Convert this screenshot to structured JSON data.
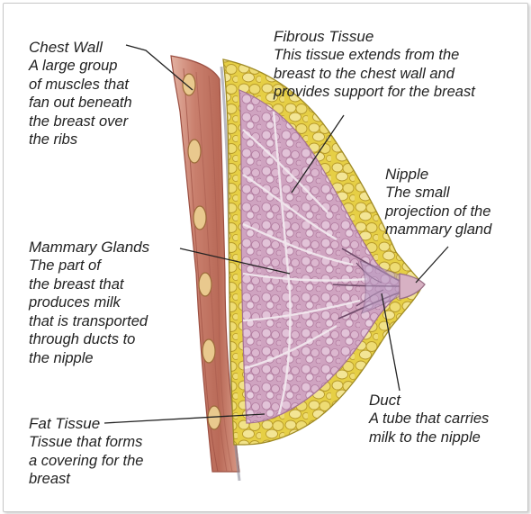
{
  "labels": {
    "chest_wall": {
      "title": "Chest Wall",
      "desc": "A large group\nof muscles that\nfan out beneath\nthe breast over\nthe ribs"
    },
    "fibrous_tissue": {
      "title": "Fibrous Tissue",
      "desc": "This tissue extends from the\nbreast to the chest wall and\nprovides support for the breast"
    },
    "nipple": {
      "title": "Nipple",
      "desc": "The small\nprojection of the\nmammary gland"
    },
    "mammary_glands": {
      "title": "Mammary Glands",
      "desc": "The part of\nthe breast that\nproduces milk\nthat is transported\nthrough ducts to\nthe nipple"
    },
    "duct": {
      "title": "Duct",
      "desc": "A tube that carries\nmilk to the nipple"
    },
    "fat_tissue": {
      "title": "Fat Tissue",
      "desc": "Tissue that forms\na covering for the\nbreast"
    }
  },
  "colors": {
    "fat": "#e6cf45",
    "fat_light": "#f1e28a",
    "gland": "#cfa3c0",
    "gland_light": "#e4c8dc",
    "muscle": "#c97f6d",
    "muscle_dark": "#9c4f42",
    "leader_line": "#222222"
  }
}
